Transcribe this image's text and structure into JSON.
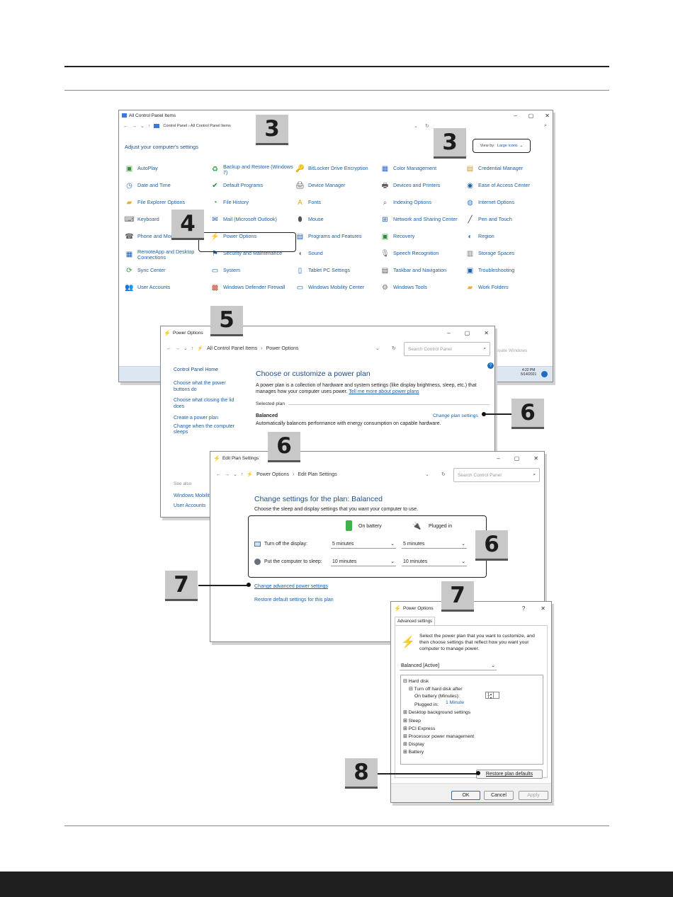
{
  "cp": {
    "title": "All Control Panel Items",
    "breadcrumb": "Control Panel  ›  All Control Panel Items",
    "adjust": "Adjust your computer's settings",
    "viewby_label": "View by:",
    "viewby_value": "Large icons",
    "items": [
      {
        "label": "AutoPlay",
        "icon": "autoplay-icon",
        "glyph": "▣",
        "color": "#3a8d3a"
      },
      {
        "label": "Backup and Restore (Windows 7)",
        "icon": "backup-icon",
        "glyph": "♻",
        "color": "#2e9a3c"
      },
      {
        "label": "BitLocker Drive Encryption",
        "icon": "bitlocker-icon",
        "glyph": "🔑",
        "color": "#888"
      },
      {
        "label": "Color Management",
        "icon": "color-management-icon",
        "glyph": "▦",
        "color": "#3366cc"
      },
      {
        "label": "Credential Manager",
        "icon": "credential-icon",
        "glyph": "▤",
        "color": "#c69a2a"
      },
      {
        "label": "Date and Time",
        "icon": "clock-icon",
        "glyph": "◷",
        "color": "#3a6fb8"
      },
      {
        "label": "Default Programs",
        "icon": "default-programs-icon",
        "glyph": "✔",
        "color": "#2e8a3a"
      },
      {
        "label": "Device Manager",
        "icon": "device-manager-icon",
        "glyph": "🖨",
        "color": "#555"
      },
      {
        "label": "Devices and Printers",
        "icon": "printer-icon",
        "glyph": "🖶",
        "color": "#555"
      },
      {
        "label": "Ease of Access Center",
        "icon": "ease-of-access-icon",
        "glyph": "◉",
        "color": "#1a5fa8"
      },
      {
        "label": "File Explorer Options",
        "icon": "folder-icon",
        "glyph": "▰",
        "color": "#e3b23c"
      },
      {
        "label": "File History",
        "icon": "file-history-icon",
        "glyph": "◔",
        "color": "#2e8a3a"
      },
      {
        "label": "Fonts",
        "icon": "fonts-icon",
        "glyph": "A",
        "color": "#e3a92c"
      },
      {
        "label": "Indexing Options",
        "icon": "indexing-icon",
        "glyph": "⌕",
        "color": "#666"
      },
      {
        "label": "Internet Options",
        "icon": "globe-icon",
        "glyph": "◍",
        "color": "#2e7bbf"
      },
      {
        "label": "Keyboard",
        "icon": "keyboard-icon",
        "glyph": "⌨",
        "color": "#666"
      },
      {
        "label": "Mail (Microsoft Outlook)",
        "icon": "mail-icon",
        "glyph": "✉",
        "color": "#1a5fa8"
      },
      {
        "label": "Mouse",
        "icon": "mouse-icon",
        "glyph": "⬮",
        "color": "#555"
      },
      {
        "label": "Network and Sharing Center",
        "icon": "network-icon",
        "glyph": "⊞",
        "color": "#1a5fa8"
      },
      {
        "label": "Pen and Touch",
        "icon": "pen-icon",
        "glyph": "╱",
        "color": "#333"
      },
      {
        "label": "Phone and Modem",
        "icon": "phone-icon",
        "glyph": "☎",
        "color": "#555"
      },
      {
        "label": "Power Options",
        "icon": "power-options-icon",
        "glyph": "⚡",
        "color": "#4a9a2a"
      },
      {
        "label": "Programs and Features",
        "icon": "programs-icon",
        "glyph": "▤",
        "color": "#1a5fa8"
      },
      {
        "label": "Recovery",
        "icon": "recovery-icon",
        "glyph": "▣",
        "color": "#2e8a3a"
      },
      {
        "label": "Region",
        "icon": "region-icon",
        "glyph": "◐",
        "color": "#2e7bbf"
      },
      {
        "label": "RemoteApp and Desktop Connections",
        "icon": "remoteapp-icon",
        "glyph": "▦",
        "color": "#1a5fa8"
      },
      {
        "label": "Security and Maintenance",
        "icon": "flag-icon",
        "glyph": "⚑",
        "color": "#1a5fa8"
      },
      {
        "label": "Sound",
        "icon": "speaker-icon",
        "glyph": "◖",
        "color": "#777"
      },
      {
        "label": "Speech Recognition",
        "icon": "microphone-icon",
        "glyph": "🎙",
        "color": "#777"
      },
      {
        "label": "Storage Spaces",
        "icon": "storage-icon",
        "glyph": "▥",
        "color": "#777"
      },
      {
        "label": "Sync Center",
        "icon": "sync-icon",
        "glyph": "⟳",
        "color": "#2e9a3c"
      },
      {
        "label": "System",
        "icon": "system-icon",
        "glyph": "▭",
        "color": "#1a5fa8"
      },
      {
        "label": "Tablet PC Settings",
        "icon": "tablet-icon",
        "glyph": "▯",
        "color": "#1a5fa8"
      },
      {
        "label": "Taskbar and Navigation",
        "icon": "taskbar-icon",
        "glyph": "▤",
        "color": "#555"
      },
      {
        "label": "Troubleshooting",
        "icon": "troubleshooting-icon",
        "glyph": "▣",
        "color": "#1a5fa8"
      },
      {
        "label": "User Accounts",
        "icon": "users-icon",
        "glyph": "👥",
        "color": "#2e7bbf"
      },
      {
        "label": "Windows Defender Firewall",
        "icon": "firewall-icon",
        "glyph": "▩",
        "color": "#b04a2a"
      },
      {
        "label": "Windows Mobility Center",
        "icon": "mobility-icon",
        "glyph": "▭",
        "color": "#1a5fa8"
      },
      {
        "label": "Windows Tools",
        "icon": "tools-icon",
        "glyph": "⚙",
        "color": "#777"
      },
      {
        "label": "Work Folders",
        "icon": "work-folders-icon",
        "glyph": "▰",
        "color": "#e3b23c"
      }
    ],
    "taskbar_time": "4:22 PM",
    "taskbar_date": "5/14/2021",
    "watermark1": "Activate Windows"
  },
  "po": {
    "title": "Power Options",
    "breadcrumb_home": "All Control Panel Items",
    "breadcrumb_current": "Power Options",
    "search_placeholder": "Search Control Panel",
    "sidebar": [
      "Control Panel Home",
      "Choose what the power buttons do",
      "Choose what closing the lid does",
      "Create a power plan",
      "Change when the computer sleeps"
    ],
    "see_also": "See also",
    "see_also_items": [
      "Windows Mobility Center",
      "User Accounts"
    ],
    "heading": "Choose or customize a power plan",
    "desc": "A power plan is a collection of hardware and system settings (like display brightness, sleep, etc.) that manages how your computer uses power.",
    "desc_link": "Tell me more about power plans",
    "selected_plan": "Selected plan",
    "plan_name": "Balanced",
    "plan_desc": "Automatically balances performance with energy consumption on capable hardware.",
    "change_link": "Change plan settings"
  },
  "eps": {
    "title": "Edit Plan Settings",
    "breadcrumb_home": "Power Options",
    "breadcrumb_current": "Edit Plan Settings",
    "search_placeholder": "Search Control Panel",
    "heading": "Change settings for the plan: Balanced",
    "desc": "Choose the sleep and display settings that you want your computer to use.",
    "on_battery": "On battery",
    "plugged_in": "Plugged in",
    "row1_label": "Turn off the display:",
    "row1_battery": "5 minutes",
    "row1_plugged": "5 minutes",
    "row2_label": "Put the computer to sleep:",
    "row2_battery": "10 minutes",
    "row2_plugged": "10 minutes",
    "adv_link": "Change advanced power settings",
    "restore_link": "Restore default settings for this plan"
  },
  "adv": {
    "title": "Power Options",
    "tab": "Advanced settings",
    "help": "?",
    "intro": "Select the power plan that you want to customize, and then choose settings that reflect how you want your computer to manage power.",
    "plan_select": "Balanced [Active]",
    "tree": [
      {
        "text": "⊟ Hard disk",
        "indent": 0
      },
      {
        "text": "⊟ Turn off hard disk after",
        "indent": 1
      },
      {
        "text": "On battery (Minutes):",
        "indent": 2
      },
      {
        "text": "Plugged in:",
        "indent": 2
      },
      {
        "text": "⊞ Desktop background settings",
        "indent": 0
      },
      {
        "text": "⊞ Sleep",
        "indent": 0
      },
      {
        "text": "⊞ PCI Express",
        "indent": 0
      },
      {
        "text": "⊞ Processor power management",
        "indent": 0
      },
      {
        "text": "⊞ Display",
        "indent": 0
      },
      {
        "text": "⊞ Battery",
        "indent": 0
      }
    ],
    "battery_value": "1",
    "plugged_value": "1 Minute",
    "restore_btn": "Restore plan defaults",
    "ok": "OK",
    "cancel": "Cancel",
    "apply": "Apply"
  },
  "steps": {
    "s3a": "3",
    "s3b": "3",
    "s4": "4",
    "s5": "5",
    "s6a": "6",
    "s6b": "6",
    "s6c": "6",
    "s7a": "7",
    "s7b": "7",
    "s8": "8"
  }
}
